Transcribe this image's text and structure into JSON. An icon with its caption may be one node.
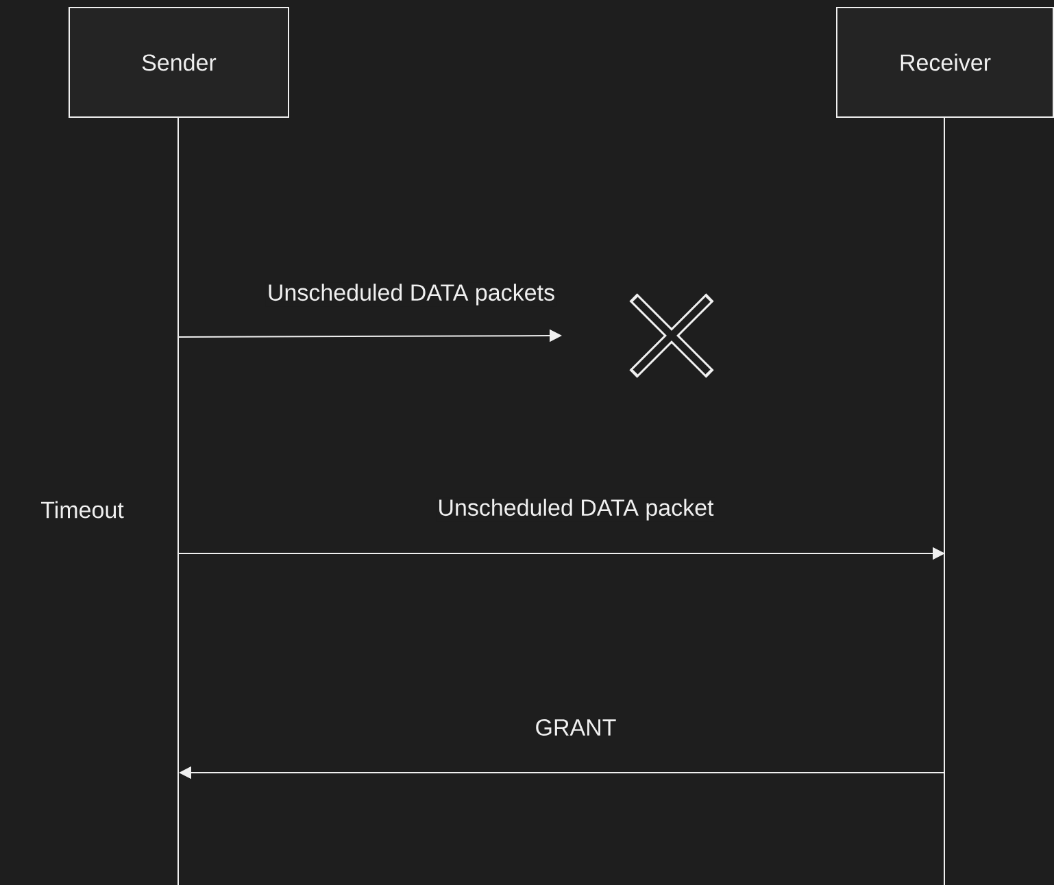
{
  "diagram": {
    "nodes": [
      {
        "text": [
          "Sender"
        ]
      },
      {
        "text": [
          "Receiver"
        ]
      }
    ],
    "edges": [
      {
        "from": 0,
        "to": null,
        "arrow": "to",
        "label": "Unscheduled DATA packets"
      },
      {
        "from": 0,
        "to": 1,
        "arrow": "to",
        "label": "Unscheduled DATA packet"
      },
      {
        "from": 1,
        "to": 0,
        "arrow": "to",
        "label": "GRANT"
      }
    ],
    "labels": [
      "Timeout"
    ]
  }
}
